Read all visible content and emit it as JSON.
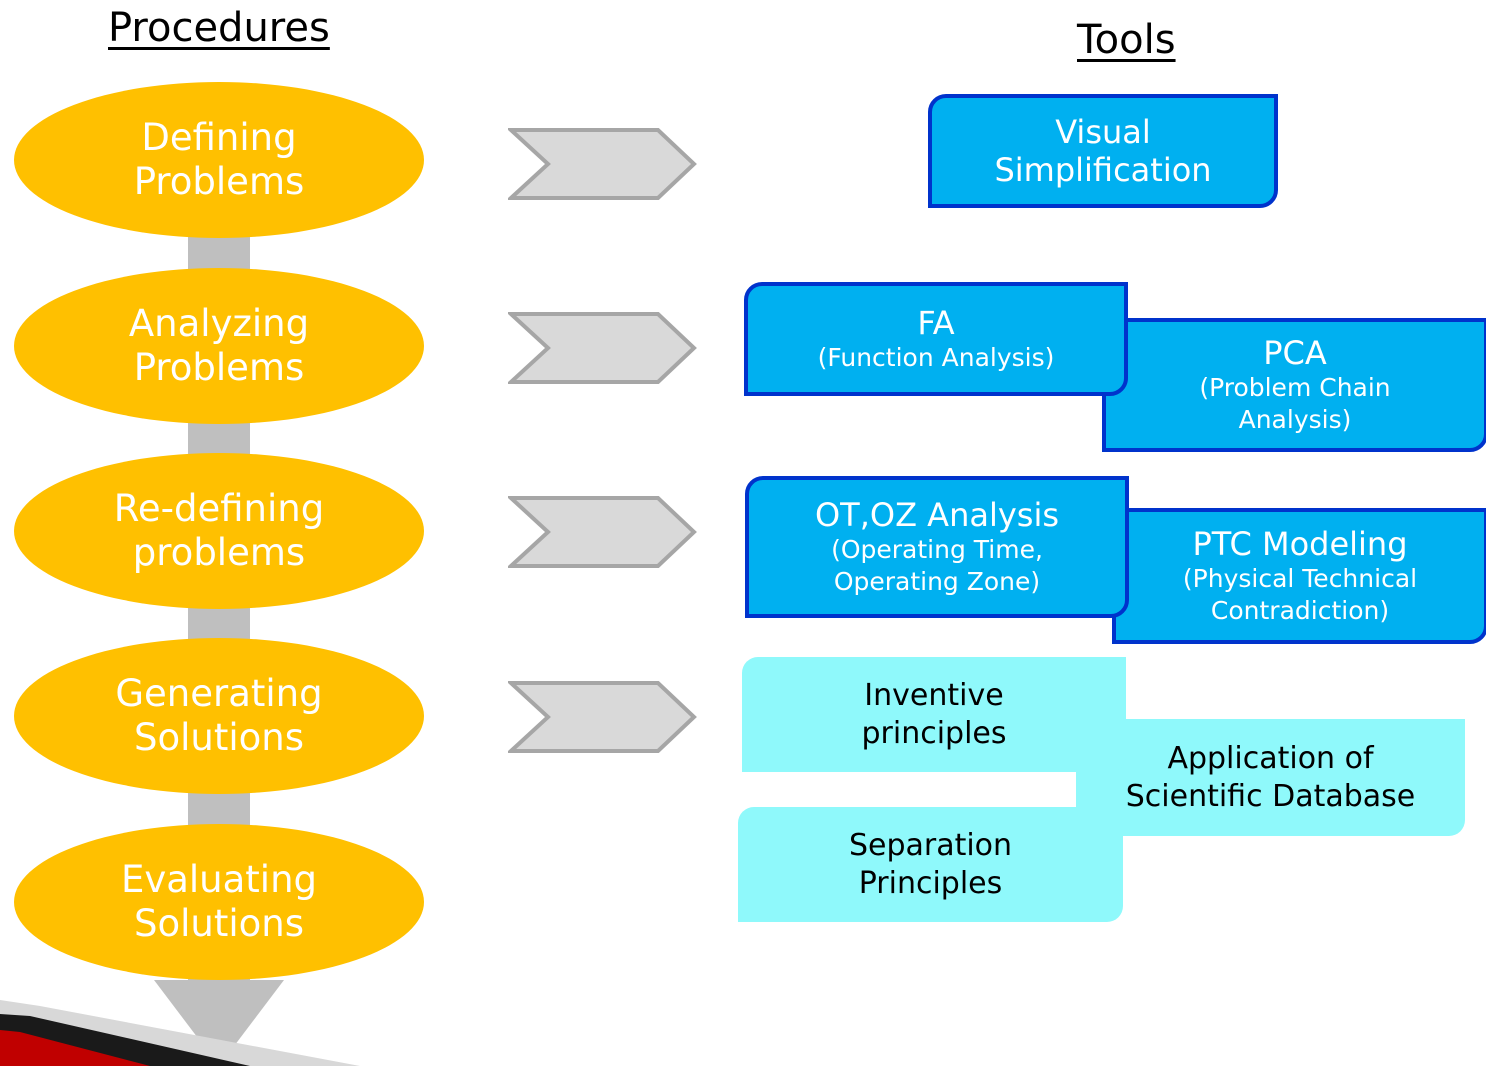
{
  "headings": {
    "procedures": "Procedures",
    "tools": "Tools"
  },
  "procedures": [
    "Defining\nProblems",
    "Analyzing\nProblems",
    "Re-defining\nproblems",
    "Generating\nSolutions",
    "Evaluating\nSolutions"
  ],
  "tools": {
    "visual": "Visual\nSimplification",
    "fa": {
      "title": "FA",
      "sub": "(Function Analysis)"
    },
    "pca": {
      "title": "PCA",
      "sub": "(Problem Chain\nAnalysis)"
    },
    "otoz": {
      "title": "OT,OZ Analysis",
      "sub": "(Operating Time,\nOperating Zone)"
    },
    "ptc": {
      "title": "PTC Modeling",
      "sub": "(Physical Technical\nContradiction)"
    },
    "inventive": "Inventive\nprinciples",
    "scidb": "Application of\nScientific Database",
    "separation": "Separation\nPrinciples"
  },
  "colors": {
    "procedure_fill": "#ffc000",
    "tool_fill": "#00b0f0",
    "tool_border": "#0033cc",
    "light_tool_fill": "#8ff9fb",
    "connector": "#bfbfbf",
    "chevron_fill": "#d9d9d9",
    "chevron_stroke": "#a6a6a6"
  }
}
